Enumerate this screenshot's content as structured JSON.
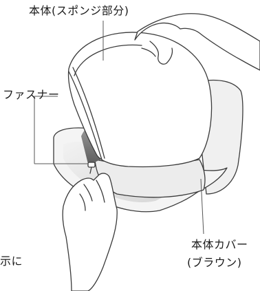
{
  "labels": {
    "body_sponge": "本体(スポンジ部分)",
    "fastener": "ファスナー",
    "cover_line1": "本体カバー",
    "cover_line2": "(ブラウン)",
    "cut_text": "示に"
  }
}
